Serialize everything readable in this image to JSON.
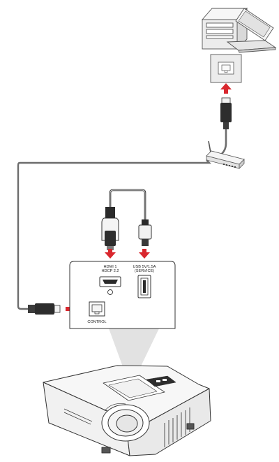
{
  "diagram": {
    "panel": {
      "hdmi_label_line1": "HDMI 1",
      "hdmi_label_line2": "HDCP 2.2",
      "usb_label_line1": "USB 5V/1.5A",
      "usb_label_line2": "(SERVICE)",
      "control_label": "CONTROL"
    },
    "icons": [
      "computer-tower-icon",
      "laptop-icon",
      "wall-lan-port-icon",
      "rj45-plug-icon",
      "router-icon",
      "hdmi-plug-icon",
      "usb-a-plug-icon",
      "projector-icon"
    ],
    "colors": {
      "arrow": "#d9272e",
      "cable": "#6d6d6d",
      "device_fill": "#eeeeee",
      "zoom_cone": "#e2e2e2"
    }
  }
}
